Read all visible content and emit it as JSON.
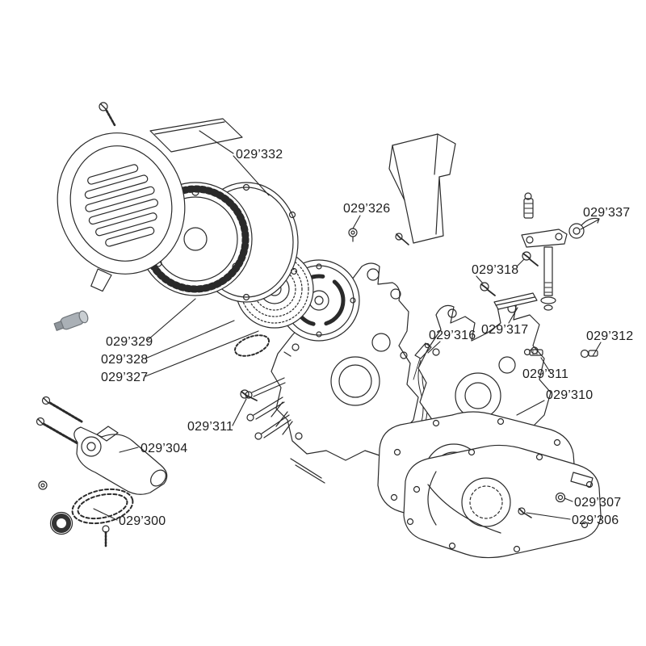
{
  "diagram": {
    "type": "exploded-parts-diagram",
    "background_color": "#ffffff",
    "line_color": "#262626",
    "highlight_color": "#aab0b6",
    "labels": {
      "p332": "029’332",
      "p326": "029’326",
      "p337": "029’337",
      "p318": "029’318",
      "p317": "029’317",
      "p316": "029’316",
      "p312": "029’312",
      "p311": "029’311",
      "p310": "029’310",
      "p329": "029’329",
      "p328": "029’328",
      "p327": "029’327",
      "p304": "029’304",
      "p300": "029’300",
      "p307": "029’307",
      "p306": "029’306"
    }
  }
}
